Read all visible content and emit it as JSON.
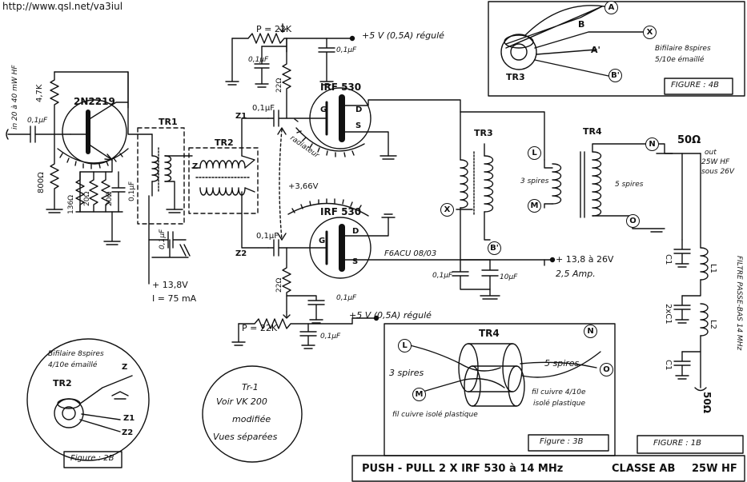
{
  "header": {
    "url": "http://www.qsl.net/va3iul"
  },
  "title": {
    "main": "PUSH - PULL   2 X IRF 530 à 14 MHz",
    "class": "CLASSE AB",
    "power": "25W HF"
  },
  "input": {
    "label": "in 20 à 40 mW HF",
    "cap": "0,1µF"
  },
  "q1": {
    "name": "2N2219",
    "r_top": "4,7K",
    "r_bottom": "800Ω",
    "r_a": "136Ω",
    "r_b": "20Ω",
    "r_c": "20Ω",
    "cap": "0,1µF"
  },
  "tr1": {
    "name": "TR1"
  },
  "tr2": {
    "name": "TR2",
    "z": "Z",
    "z1": "Z1",
    "z2": "Z2"
  },
  "supply1": {
    "voltage": "+ 13,8V",
    "current": "I = 75 mA",
    "cap": "0,1µF"
  },
  "bias_top": {
    "pot": "P = 22K",
    "supply": "+5 V (0,5A) régulé",
    "cap": "0,1µF",
    "cap2": "0,1µF",
    "r": "22Ω",
    "couple_cap": "0,1µF"
  },
  "bias_bottom": {
    "pot": "P = 22K",
    "supply": "+5 V (0,5A) régulé",
    "cap": "0,1µF",
    "cap2": "0,1µF",
    "r": "22Ω",
    "couple_cap": "0,1µF"
  },
  "fet_top": {
    "name": "IRF 530",
    "g": "G",
    "d": "D",
    "s": "S",
    "heatsink": "radiateur"
  },
  "fet_bottom": {
    "name": "IRF 530",
    "g": "G",
    "d": "D",
    "s": "S"
  },
  "bias_voltage": "+3,66V",
  "callsign": "F6ACU  08/03",
  "tr3": {
    "name": "TR3",
    "x": "X",
    "b": "B'"
  },
  "tr4": {
    "name": "TR4",
    "l": "L",
    "m": "M",
    "n": "N",
    "o": "O",
    "primary": "3 spires",
    "secondary": "5 spires"
  },
  "drain_supply": {
    "voltage": "+ 13,8 à 26V",
    "current": "2,5 Amp.",
    "cap1": "0,1µF",
    "cap2": "10µF"
  },
  "output": {
    "impedance": "50Ω",
    "out1": "out",
    "out2": "25W HF",
    "out3": "sous 26V",
    "imp_bottom": "50Ω"
  },
  "filter": {
    "name": "FILTRE PASSE-BAS 14 MHz",
    "c1": "C1",
    "c2": "2xC1",
    "c3": "C1",
    "l1": "L1",
    "l2": "L2"
  },
  "fig4b": {
    "tr": "TR3",
    "a": "A",
    "b": "B",
    "x": "X",
    "a2": "A'",
    "b2": "B'",
    "note1": "Bifilaire 8spires",
    "note2": "5/10e émaillé",
    "caption": "FIGURE : 4B"
  },
  "fig2b": {
    "tr": "TR2",
    "z": "Z",
    "z1": "Z1",
    "z2": "Z2",
    "note1": "Bifilaire 8spires",
    "note2": "4/10e émaillé",
    "caption": "Figure : 2B"
  },
  "tr1_note": {
    "l1": "Tr-1",
    "l2": "Voir VK 200",
    "l3": "modifiée",
    "l4": "Vues séparées"
  },
  "fig3b": {
    "tr": "TR4",
    "l": "L",
    "m": "M",
    "n": "N",
    "o": "O",
    "s1": "3 spires",
    "s2": "5 spires",
    "wire1": "fil cuivre isolé plastique",
    "wire2a": "fil cuivre 4/10e",
    "wire2b": "isolé plastique",
    "caption": "Figure : 3B"
  },
  "fig1b": {
    "caption": "FIGURE : 1B"
  }
}
